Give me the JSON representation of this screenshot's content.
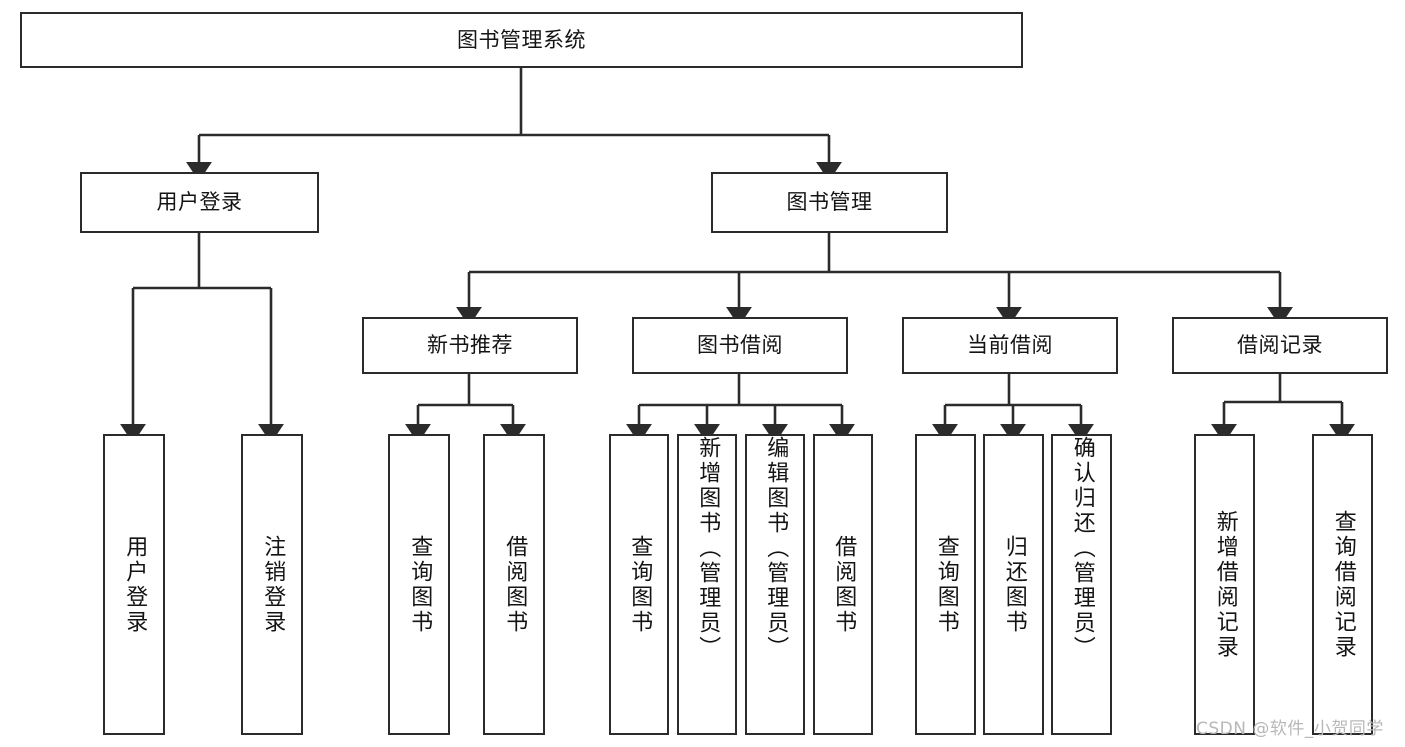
{
  "diagram": {
    "title": "图书管理系统",
    "type": "tree",
    "root": {
      "label": "图书管理系统"
    },
    "level1": [
      {
        "label": "用户登录"
      },
      {
        "label": "图书管理"
      }
    ],
    "level2": [
      {
        "label": "新书推荐",
        "parent": "图书管理"
      },
      {
        "label": "图书借阅",
        "parent": "图书管理"
      },
      {
        "label": "当前借阅",
        "parent": "图书管理"
      },
      {
        "label": "借阅记录",
        "parent": "图书管理"
      }
    ],
    "leaves": {
      "user_login": [
        {
          "label": "用户登录"
        },
        {
          "label": "注销登录"
        }
      ],
      "new_book_recommend": [
        {
          "label": "查询图书"
        },
        {
          "label": "借阅图书"
        }
      ],
      "book_borrow": [
        {
          "label": "查询图书"
        },
        {
          "label": "新增图书（管理员）"
        },
        {
          "label": "编辑图书（管理员）"
        },
        {
          "label": "借阅图书"
        }
      ],
      "current_borrow": [
        {
          "label": "查询图书"
        },
        {
          "label": "归还图书"
        },
        {
          "label": "确认归还（管理员）"
        }
      ],
      "borrow_record": [
        {
          "label": "新增借阅记录"
        },
        {
          "label": "查询借阅记录"
        }
      ]
    }
  },
  "watermark": {
    "text": "CSDN @软件_小贺同学"
  },
  "colors": {
    "stroke": "#2b2b2b",
    "fill": "#ffffff",
    "text": "#141414",
    "watermark": "#b8b8b8"
  }
}
